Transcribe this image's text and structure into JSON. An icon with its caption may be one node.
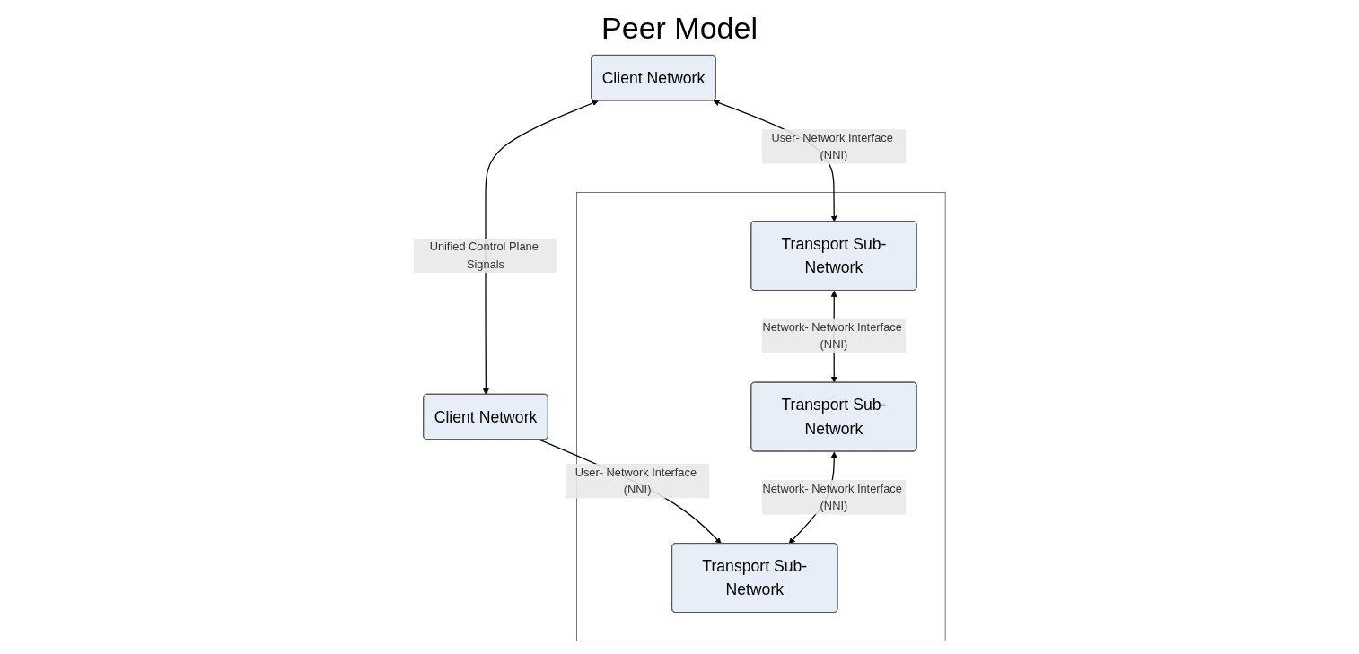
{
  "diagram": {
    "nodes": [
      {
        "text": [
          "Client Network"
        ]
      },
      {
        "text": [
          "Client Network"
        ]
      },
      {
        "text": [],
        "shape": "box"
      },
      {
        "text": [
          "Transport Sub-Network"
        ],
        "in": 2
      },
      {
        "text": [
          "Transport Sub-Network"
        ],
        "in": 2
      },
      {
        "text": [
          "Transport Sub-Network"
        ],
        "in": 2
      }
    ],
    "edges": [
      {
        "from": 0,
        "to": 1,
        "arrow": "both",
        "label": "Unified Control Plane Signals"
      },
      {
        "from": 0,
        "to": 3,
        "arrow": "both",
        "label": "User- Network Interface (NNI)"
      },
      {
        "from": 1,
        "to": 5,
        "arrow": "to",
        "label": "User- Network Interface (NNI)"
      },
      {
        "from": 3,
        "to": 4,
        "arrow": "both",
        "label": "Network- Network Interface (NNI)"
      },
      {
        "from": 4,
        "to": 5,
        "arrow": "both",
        "label": "Network- Network Interface (NNI)"
      }
    ],
    "labels": [
      "Peer Model"
    ]
  }
}
